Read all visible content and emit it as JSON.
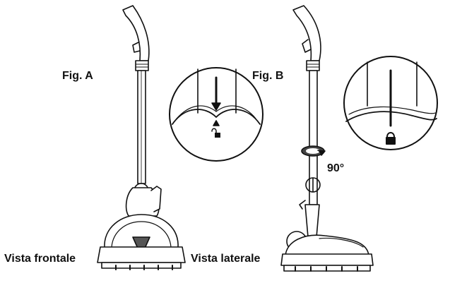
{
  "labels": {
    "fig_a": "Fig. A",
    "fig_b": "Fig. B",
    "front_view": "Vista frontale",
    "side_view": "Vista laterale",
    "rotation": "90°"
  },
  "icons": {
    "arrow": "arrow-down-icon",
    "unlocked": "unlocked-padlock-icon",
    "locked": "locked-padlock-icon",
    "rotate": "rotate-arrow-icon"
  }
}
